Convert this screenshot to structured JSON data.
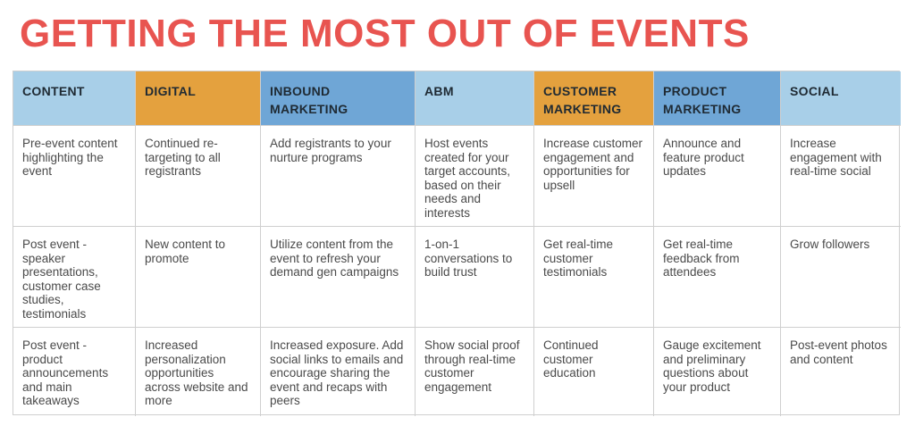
{
  "title": "GETTING THE MOST OUT OF EVENTS",
  "colors": {
    "title": "#e85450",
    "header_light_blue": "#a8cfe8",
    "header_orange": "#e4a13e",
    "header_blue": "#6fa6d6",
    "grid_line": "#cfcfcf",
    "body_text": "#4a4a4a"
  },
  "columns": [
    {
      "label": "CONTENT",
      "color": "light-blue"
    },
    {
      "label": "DIGITAL",
      "color": "orange"
    },
    {
      "label": "INBOUND MARKETING",
      "color": "blue"
    },
    {
      "label": "ABM",
      "color": "light-blue"
    },
    {
      "label": "CUSTOMER MARKETING",
      "color": "orange"
    },
    {
      "label": "PRODUCT MARKETING",
      "color": "blue"
    },
    {
      "label": "SOCIAL",
      "color": "light-blue"
    }
  ],
  "rows": [
    [
      "Pre-event content highlighting the event",
      "Continued re-targeting to all registrants",
      "Add registrants to your nurture programs",
      "Host events created for your target accounts, based on their needs and interests",
      "Increase customer engagement and opportunities for upsell",
      "Announce and feature product updates",
      "Increase engagement with real-time social"
    ],
    [
      "Post event - speaker presentations, customer case studies, testimonials",
      "New content to promote",
      "Utilize content from the event to refresh your demand gen campaigns",
      "1-on-1 conversations to build trust",
      "Get real-time customer testimonials",
      "Get real-time feedback from attendees",
      "Grow followers"
    ],
    [
      "Post event - product announcements and main takeaways",
      "Increased personalization opportunities across website and more",
      "Increased exposure. Add social links to emails and encourage sharing the event and recaps with peers",
      "Show social proof through real-time customer engagement",
      "Continued customer education",
      "Gauge excitement and preliminary questions about your product",
      "Post-event photos and content"
    ]
  ]
}
